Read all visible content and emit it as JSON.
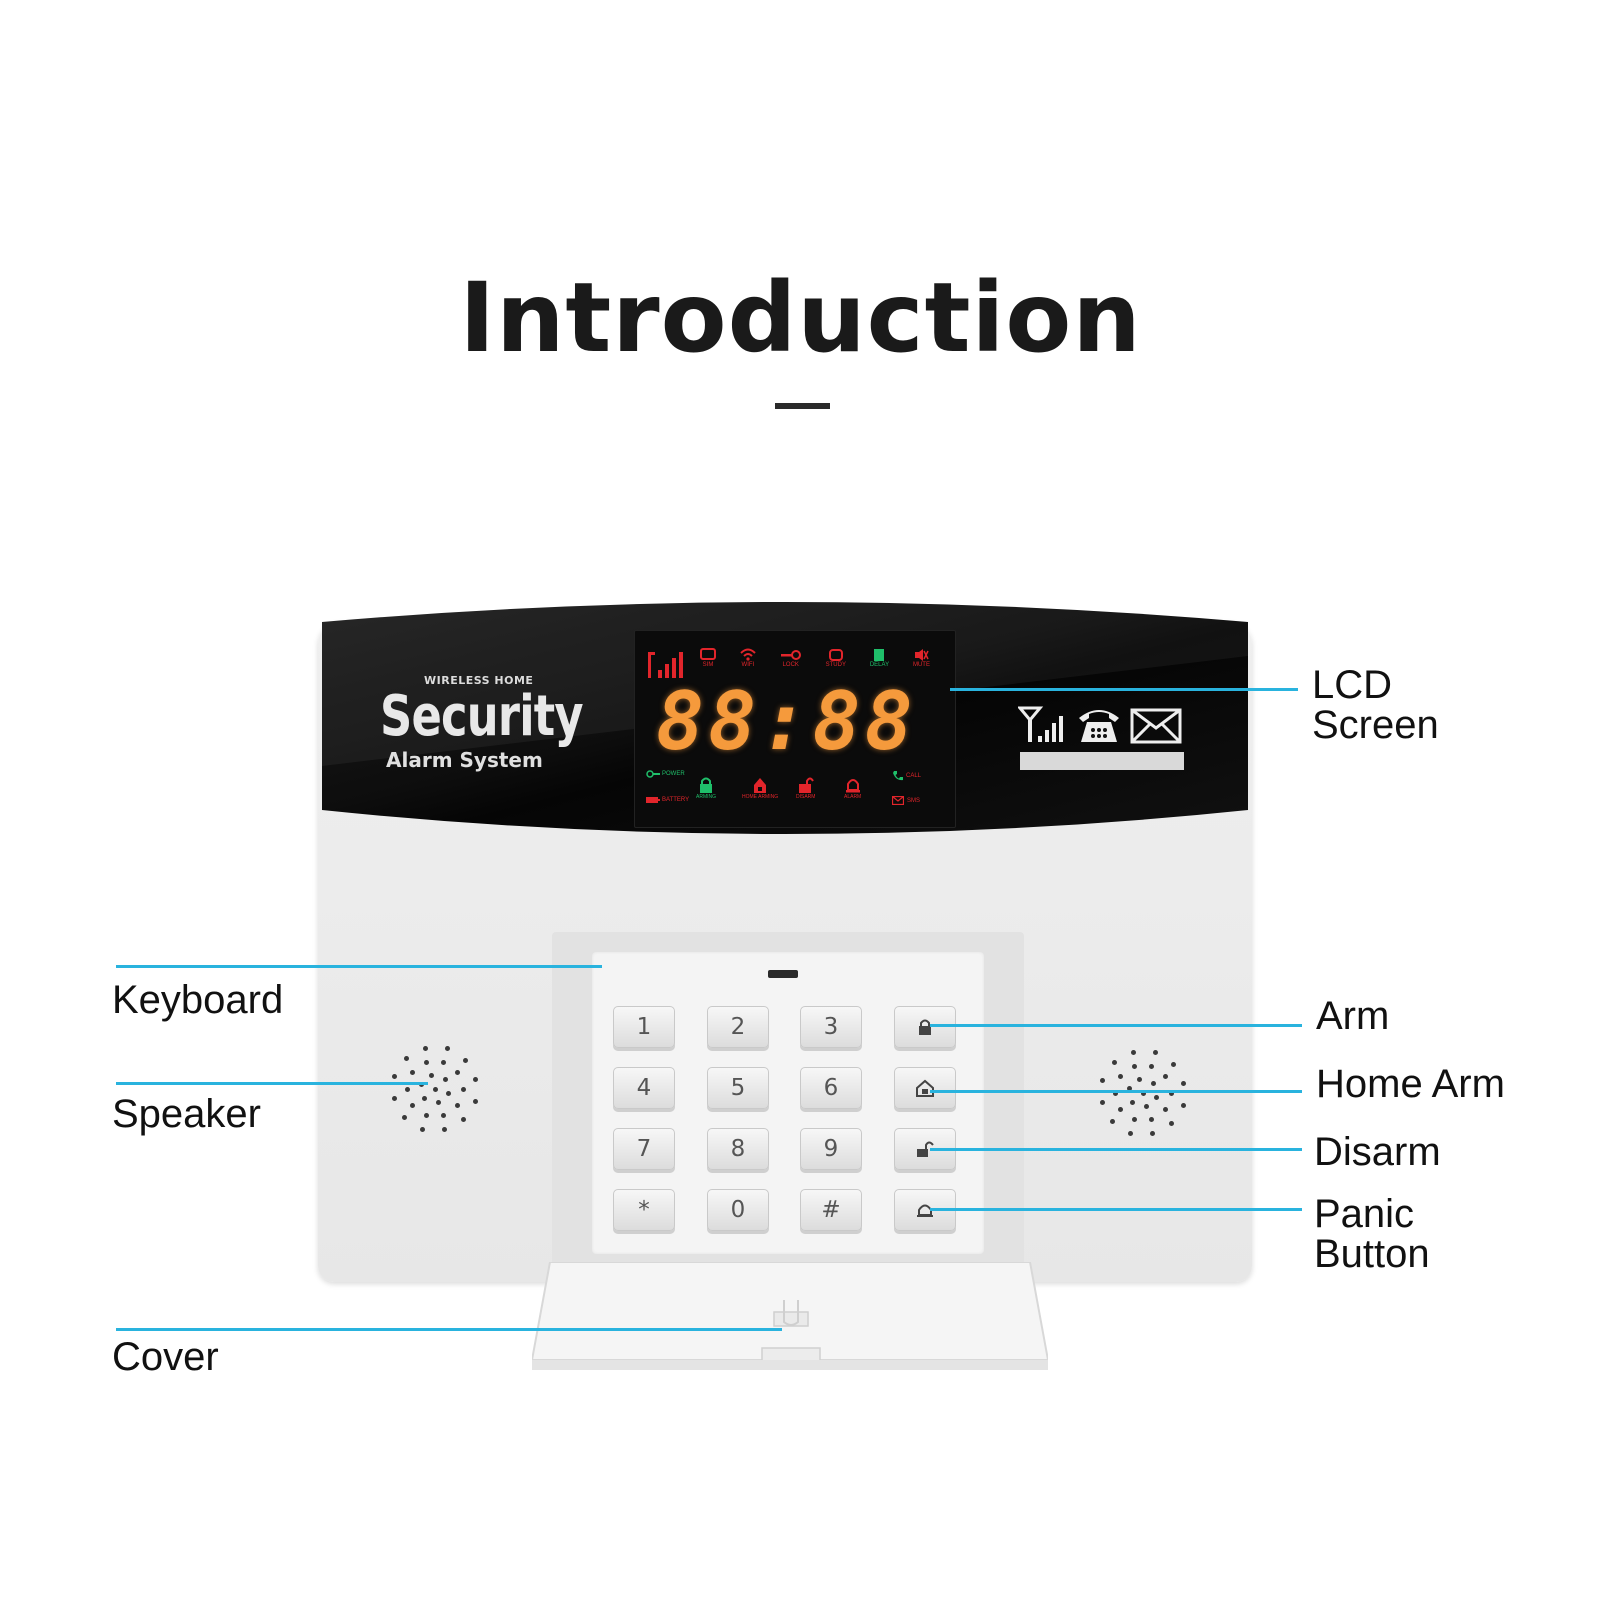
{
  "heading": {
    "title": "Introduction"
  },
  "device": {
    "brand_top": "WIRELESS HOME",
    "brand_main": "Security",
    "brand_sub": "Alarm System",
    "display_digits": "88:88",
    "status_top": [
      "SIM",
      "WIFI",
      "LOCK",
      "STUDY",
      "DELAY",
      "MUTE"
    ],
    "status_bottom": [
      "POWER",
      "BATTERY",
      "ARMING",
      "HOME ARMING",
      "DISARM",
      "ALARM",
      "CALL",
      "SMS"
    ],
    "keys": [
      "1",
      "2",
      "3",
      "4",
      "5",
      "6",
      "7",
      "8",
      "9",
      "*",
      "0",
      "#"
    ],
    "colors": {
      "panel": "#111111",
      "led_red": "#e2252b",
      "led_orange": "#f59a3c",
      "led_green": "#1fbf6a",
      "callout": "#29b3de"
    }
  },
  "callouts": {
    "lcd_line1": "LCD",
    "lcd_line2": "Screen",
    "keyboard": "Keyboard",
    "speaker": "Speaker",
    "cover": "Cover",
    "arm": "Arm",
    "home_arm": "Home Arm",
    "disarm": "Disarm",
    "panic_line1": "Panic",
    "panic_line2": "Button"
  }
}
